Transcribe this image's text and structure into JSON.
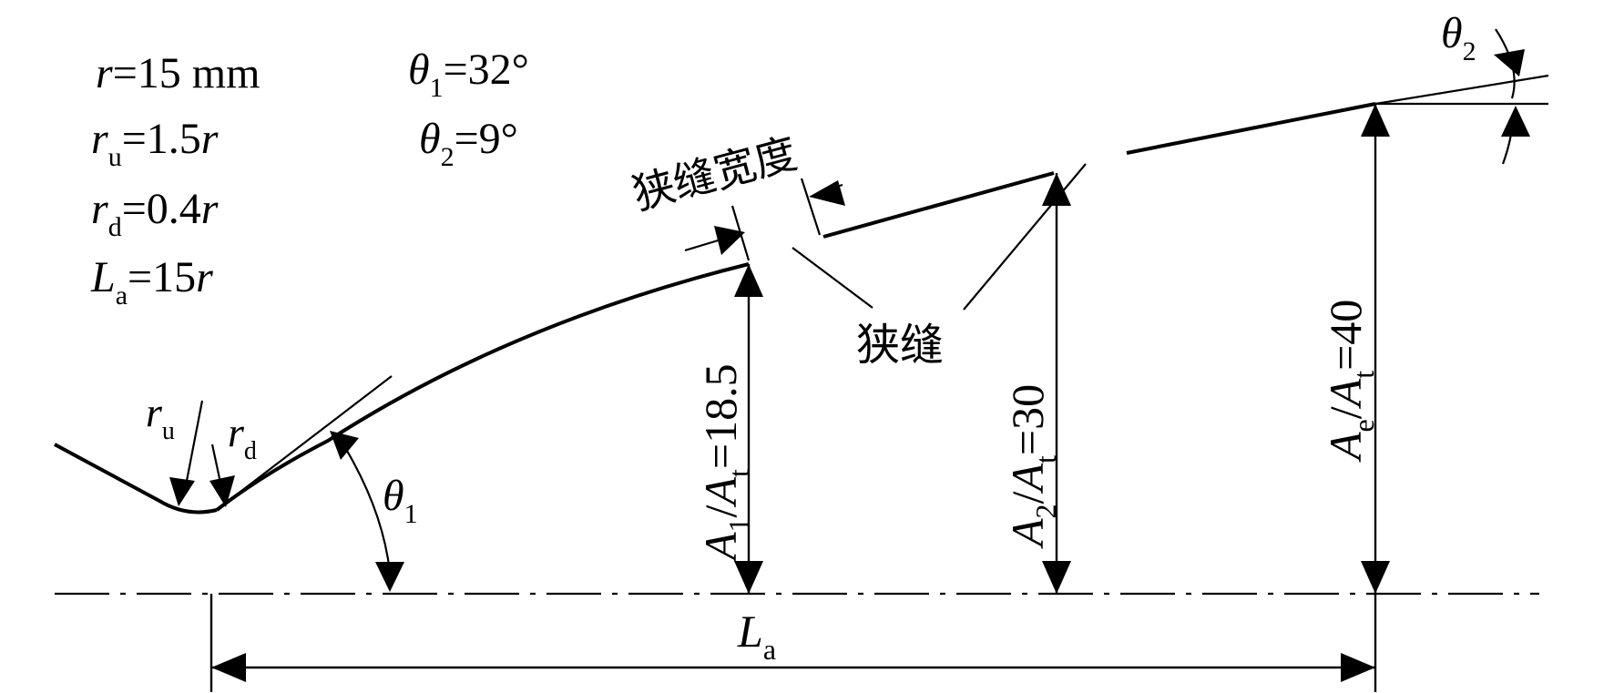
{
  "params": {
    "r": {
      "sym": "r",
      "sub": "",
      "value": "=15 mm"
    },
    "ru": {
      "sym": "r",
      "sub": "u",
      "value": "=1.5",
      "tail": "r"
    },
    "rd": {
      "sym": "r",
      "sub": "d",
      "value": "=0.4",
      "tail": "r"
    },
    "La": {
      "sym": "L",
      "sub": "a",
      "value": "=15",
      "tail": "r"
    },
    "theta1": {
      "sym": "θ",
      "sub": "1",
      "value": "=32°"
    },
    "theta2": {
      "sym": "θ",
      "sub": "2",
      "value": "=9°"
    }
  },
  "labels": {
    "slot_width": "狭缝宽度",
    "slot": "狭缝",
    "ru": {
      "sym": "r",
      "sub": "u"
    },
    "rd": {
      "sym": "r",
      "sub": "d"
    },
    "theta1": {
      "sym": "θ",
      "sub": "1"
    },
    "theta2": {
      "sym": "θ",
      "sub": "2"
    },
    "La": {
      "sym": "L",
      "sub": "a"
    }
  },
  "ratios": {
    "a1": {
      "num": "A",
      "num_sub": "1",
      "den": "A",
      "den_sub": "t",
      "value": "=18.5"
    },
    "a2": {
      "num": "A",
      "num_sub": "2",
      "den": "A",
      "den_sub": "t",
      "value": "=30"
    },
    "ae": {
      "num": "A",
      "num_sub": "e",
      "den": "A",
      "den_sub": "t",
      "value": "=40"
    }
  }
}
